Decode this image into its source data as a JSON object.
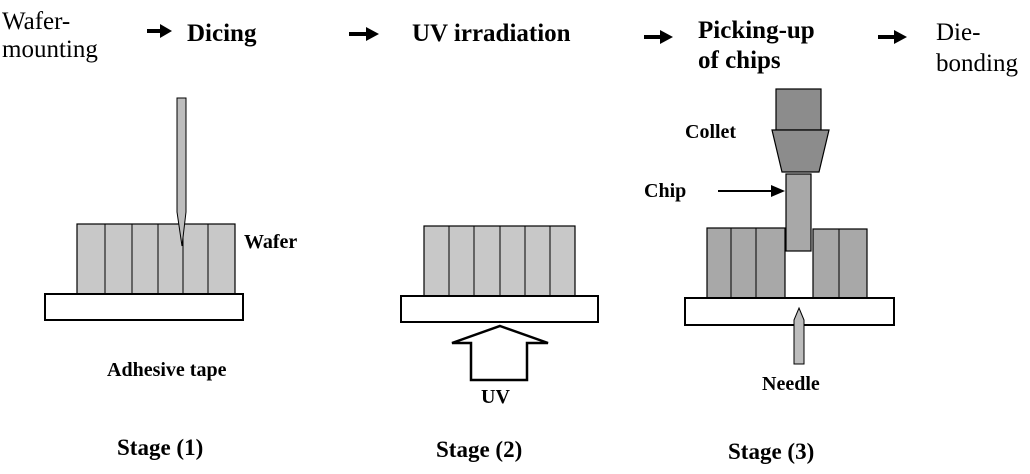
{
  "flow": {
    "step1": "Wafer-\nmounting",
    "step2": "Dicing",
    "step3": "UV irradiation",
    "step4": "Picking-up\nof chips",
    "step5": "Die-\nbonding"
  },
  "labels": {
    "wafer": "Wafer",
    "adhesive_tape": "Adhesive tape",
    "uv": "UV",
    "collet": "Collet",
    "chip": "Chip",
    "needle": "Needle"
  },
  "stages": {
    "stage1": "Stage (1)",
    "stage2": "Stage (2)",
    "stage3": "Stage (3)"
  },
  "colors": {
    "wafer_light": "#c8c8c8",
    "wafer_dark": "#a8a8a8",
    "collet": "#8c8c8c",
    "line": "#000000",
    "white": "#ffffff"
  }
}
